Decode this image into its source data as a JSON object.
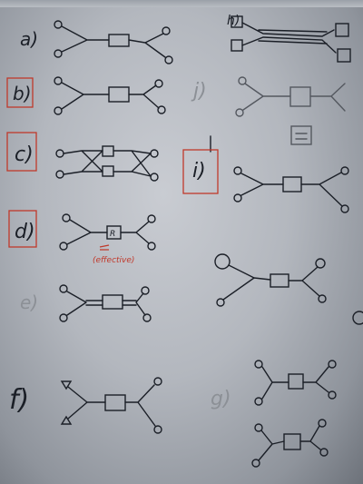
{
  "labels": {
    "a": "a)",
    "b": "b)",
    "c": "c)",
    "d": "d)",
    "e": "e)",
    "f": "f)",
    "g": "g)",
    "h": "h)",
    "i": "i)",
    "j": "j)"
  },
  "annotation": "(effective)",
  "box_mark": "R",
  "colors": {
    "board": "#b9bdc3",
    "ink": "#1b1f27",
    "red_marker": "#c0392b",
    "faded_ink": "#8c9096"
  }
}
